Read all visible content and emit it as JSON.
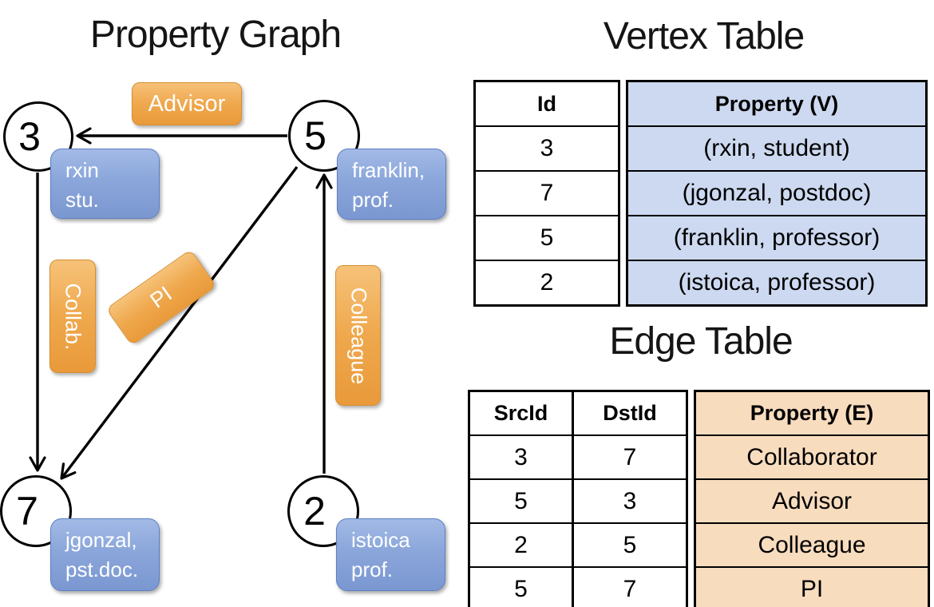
{
  "graph": {
    "title": "Property Graph",
    "vertices": [
      {
        "id": "3",
        "line1": "rxin",
        "line2": "stu."
      },
      {
        "id": "5",
        "line1": "franklin,",
        "line2": "prof."
      },
      {
        "id": "7",
        "line1": "jgonzal,",
        "line2": "pst.doc."
      },
      {
        "id": "2",
        "line1": "istoica",
        "line2": "prof."
      }
    ],
    "edge_labels": {
      "advisor": "Advisor",
      "collab": "Collab.",
      "pi": "PI",
      "colleague": "Colleague"
    }
  },
  "vertex_table": {
    "title": "Vertex Table",
    "headers": {
      "id": "Id",
      "property": "Property (V)"
    },
    "rows": [
      {
        "id": "3",
        "property": "(rxin, student)"
      },
      {
        "id": "7",
        "property": "(jgonzal, postdoc)"
      },
      {
        "id": "5",
        "property": "(franklin, professor)"
      },
      {
        "id": "2",
        "property": "(istoica, professor)"
      }
    ]
  },
  "edge_table": {
    "title": "Edge Table",
    "headers": {
      "src": "SrcId",
      "dst": "DstId",
      "property": "Property (E)"
    },
    "rows": [
      {
        "src": "3",
        "dst": "7",
        "property": "Collaborator"
      },
      {
        "src": "5",
        "dst": "3",
        "property": "Advisor"
      },
      {
        "src": "2",
        "dst": "5",
        "property": "Colleague"
      },
      {
        "src": "5",
        "dst": "7",
        "property": "PI"
      }
    ]
  },
  "colors": {
    "edge_label_orange": "#efa84d",
    "vertex_box_blue": "#8aa6da",
    "vertex_table_property_bg": "#ccd9f0",
    "edge_table_property_bg": "#f8dcbe",
    "line_black": "#000000"
  }
}
